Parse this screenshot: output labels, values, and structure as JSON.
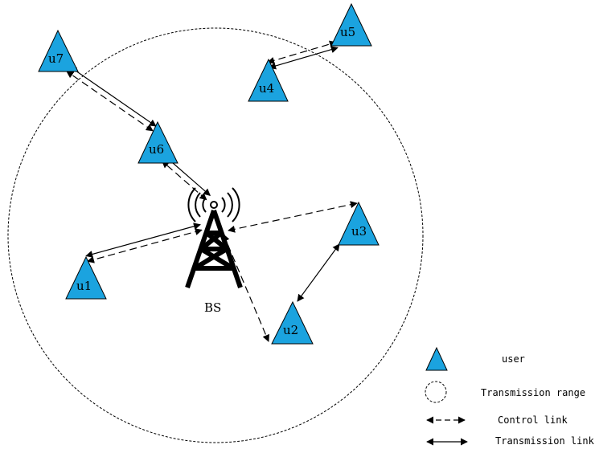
{
  "base_station": {
    "label": "BS"
  },
  "users": [
    {
      "id": "u1",
      "label": "u1"
    },
    {
      "id": "u2",
      "label": "u2"
    },
    {
      "id": "u3",
      "label": "u3"
    },
    {
      "id": "u4",
      "label": "u4"
    },
    {
      "id": "u5",
      "label": "u5"
    },
    {
      "id": "u6",
      "label": "u6"
    },
    {
      "id": "u7",
      "label": "u7"
    }
  ],
  "links": [
    {
      "from": "bs",
      "to": "u1",
      "types": [
        "control",
        "transmission"
      ]
    },
    {
      "from": "bs",
      "to": "u2",
      "types": [
        "control"
      ]
    },
    {
      "from": "bs",
      "to": "u3",
      "types": [
        "control"
      ]
    },
    {
      "from": "bs",
      "to": "u6",
      "types": [
        "control",
        "transmission"
      ]
    },
    {
      "from": "u6",
      "to": "u7",
      "types": [
        "control",
        "transmission"
      ]
    },
    {
      "from": "u4",
      "to": "u5",
      "types": [
        "control",
        "transmission"
      ]
    },
    {
      "from": "u2",
      "to": "u3",
      "types": [
        "transmission"
      ]
    }
  ],
  "legend": {
    "user": "user",
    "range": "Transmission range",
    "control": "Control link",
    "transmission": "Transmission link"
  },
  "colors": {
    "user_fill": "#1ba3df",
    "stroke": "#000000",
    "tower": "#000000"
  }
}
